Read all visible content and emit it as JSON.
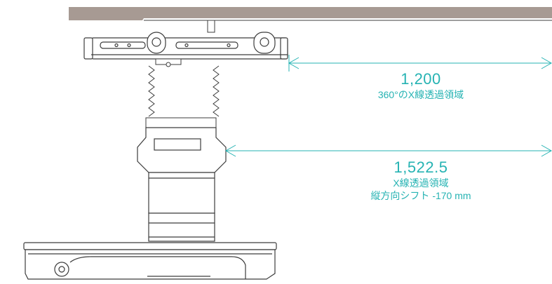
{
  "accent_color": "#26b3b3",
  "table_top_color": "#a79a93",
  "line_color": "#3c3c3c",
  "dimensions": [
    {
      "value": "1,200",
      "lines": [
        "360°のX線透過領域"
      ]
    },
    {
      "value": "1,522.5",
      "lines": [
        "X線透過領域",
        "縦方向シフト -170 mm"
      ]
    }
  ]
}
